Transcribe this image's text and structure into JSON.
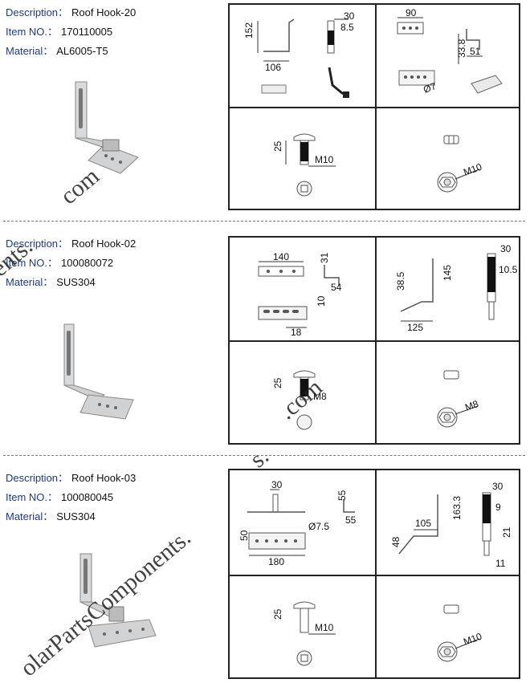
{
  "labels": {
    "description": "Description：",
    "item_no": "Item NO.：",
    "material": "Material："
  },
  "products": [
    {
      "description": "Roof Hook-20",
      "item_no": "170110005",
      "material": "AL6005-T5",
      "dims": {
        "a": "152",
        "b": "106",
        "c": "30",
        "d": "8.5",
        "e": "90",
        "f": "33.8",
        "g": "51",
        "h": "Ø7",
        "i": "25",
        "j": "M10",
        "k": "M10"
      }
    },
    {
      "description": "Roof Hook-02",
      "item_no": "100080072",
      "material": "SUS304",
      "dims": {
        "a": "140",
        "b": "31",
        "c": "54",
        "d": "10",
        "e": "18",
        "f": "38.5",
        "g": "145",
        "h": "125",
        "i": "30",
        "j": "10.5",
        "k": "25",
        "l": "M8",
        "m": "M8"
      }
    },
    {
      "description": "Roof Hook-03",
      "item_no": "100080045",
      "material": "SUS304",
      "dims": {
        "a": "30",
        "b": "55",
        "c": "55",
        "d": "50",
        "e": "Ø7.5",
        "f": "180",
        "g": "30",
        "h": "9",
        "i": "105",
        "j": "163.3",
        "k": "48",
        "l": "21",
        "m": "11",
        "n": "25",
        "o": "M10",
        "p": "M10"
      }
    }
  ],
  "watermark": {
    "w1": "com",
    "w2": "ents.",
    "w3": ".com",
    "w4": "olarPartsComponents.",
    "w5": "s."
  }
}
